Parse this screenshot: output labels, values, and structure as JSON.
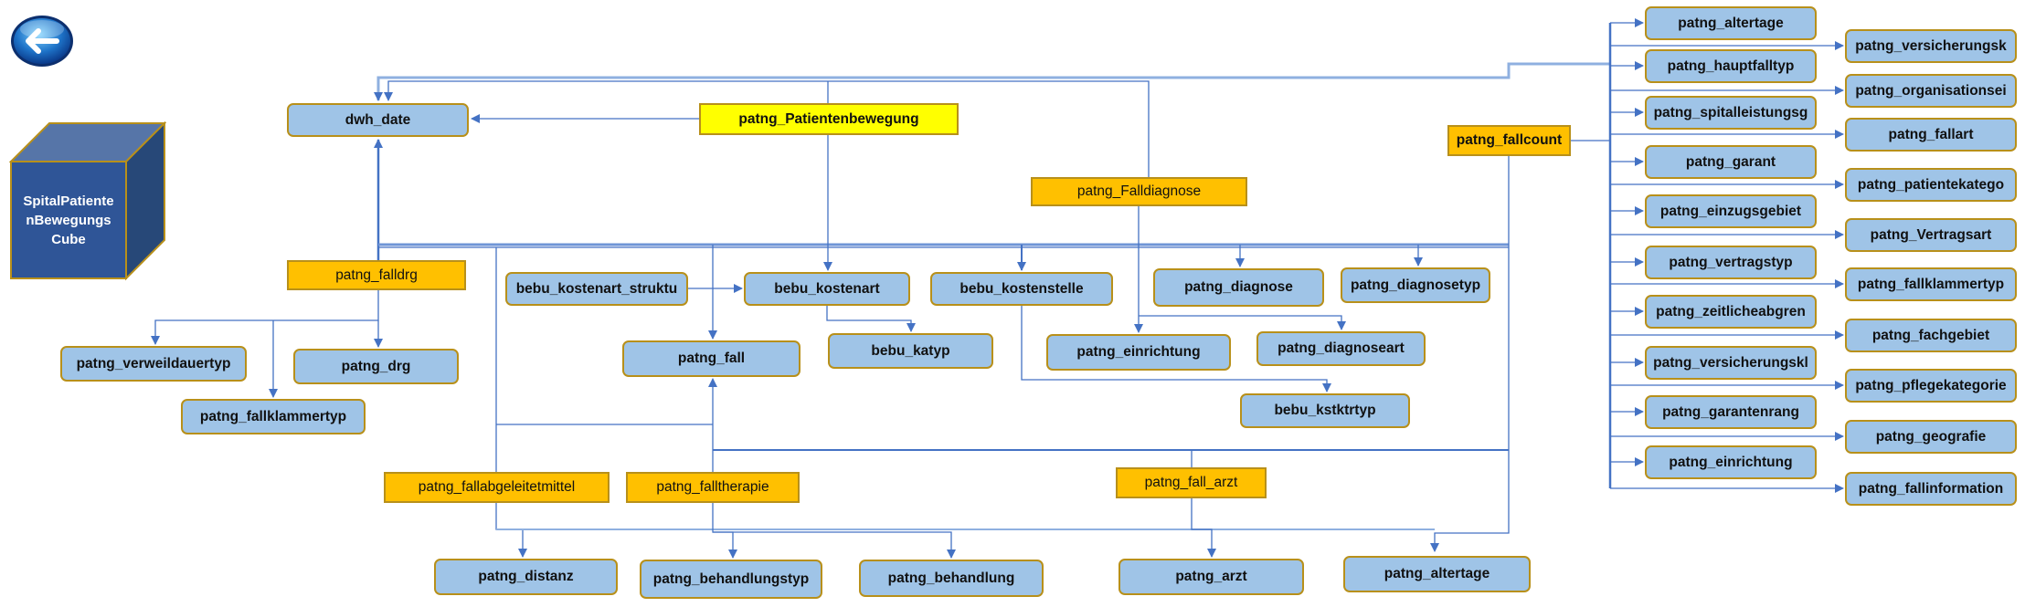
{
  "navigation": {
    "back_button_icon": "back-arrow-icon"
  },
  "cube": {
    "label": "SpitalPatiente\nnBewegungs\nCube"
  },
  "colors": {
    "dimension_fill": "#9fc4e7",
    "fact_fill": "#ffc000",
    "main_fact_fill": "#ffff00",
    "border": "#b8901a",
    "connector": "#4472c4",
    "cube_front": "#2f5597",
    "cube_top": "#5675a8",
    "cube_side": "#274878"
  },
  "facts": {
    "patientenbewegung": "patng_Patientenbewegung",
    "fallcount": "patng_fallcount",
    "falldiagnose": "patng_Falldiagnose",
    "falldrg": "patng_falldrg",
    "fallabgeleitetmittel": "patng_fallabgeleitetmittel",
    "falltherapie": "patng_falltherapie",
    "fall_arzt": "patng_fall_arzt"
  },
  "dimensions": {
    "dwh_date": "dwh_date",
    "bebu_kostenart_struktu": "bebu_kostenart_struktu",
    "bebu_kostenart": "bebu_kostenart",
    "bebu_kostenstelle": "bebu_kostenstelle",
    "patng_diagnose": "patng_diagnose",
    "patng_diagnosetyp": "patng_diagnosetyp",
    "patng_verweildauertyp": "patng_verweildauertyp",
    "patng_drg": "patng_drg",
    "patng_fallklammertyp_left": "patng_fallklammertyp",
    "patng_fall": "patng_fall",
    "bebu_katyp": "bebu_katyp",
    "patng_einrichtung_mid": "patng_einrichtung",
    "patng_diagnoseart": "patng_diagnoseart",
    "bebu_kstktrtyp": "bebu_kstktrtyp",
    "patng_distanz": "patng_distanz",
    "patng_behandlungstyp": "patng_behandlungstyp",
    "patng_behandlung": "patng_behandlung",
    "patng_arzt": "patng_arzt",
    "patng_altertage_bottom": "patng_altertage"
  },
  "fallcount_dimensions_col1": [
    "patng_altertage",
    "patng_hauptfalltyp",
    "patng_spitalleistungsg",
    "patng_garant",
    "patng_einzugsgebiet",
    "patng_vertragstyp",
    "patng_zeitlicheabgren",
    "patng_versicherungskl",
    "patng_garantenrang",
    "patng_einrichtung"
  ],
  "fallcount_dimensions_col2": [
    "patng_versicherungsk",
    "patng_organisationsei",
    "patng_fallart",
    "patng_patientekatego",
    "patng_Vertragsart",
    "patng_fallklammertyp",
    "patng_fachgebiet",
    "patng_pflegekategorie",
    "patng_geografie",
    "patng_fallinformation"
  ]
}
